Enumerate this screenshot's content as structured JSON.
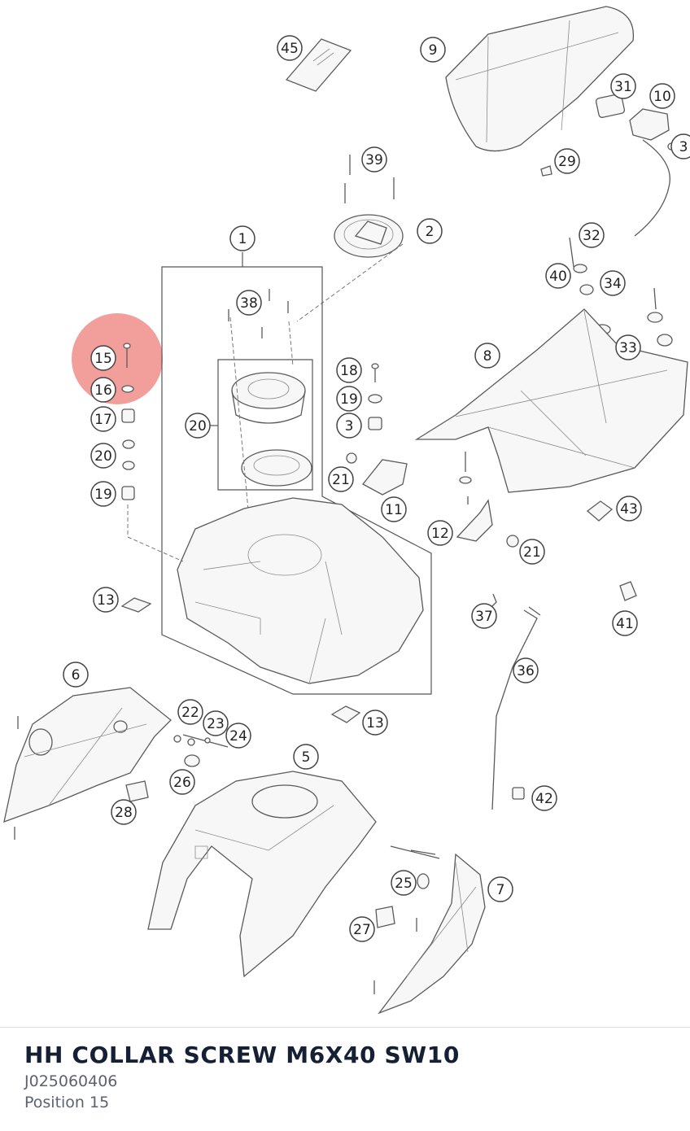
{
  "diagram": {
    "highlight_color": "#e8504a",
    "highlighted_positions": [
      "15",
      "16"
    ],
    "callouts": [
      "45",
      "9",
      "31",
      "10",
      "3",
      "29",
      "39",
      "2",
      "32",
      "1",
      "40",
      "34",
      "38",
      "33",
      "8",
      "15",
      "16",
      "18",
      "17",
      "19",
      "20",
      "3",
      "19",
      "20",
      "21",
      "11",
      "12",
      "43",
      "21",
      "13",
      "37",
      "41",
      "36",
      "6",
      "22",
      "23",
      "24",
      "13",
      "5",
      "26",
      "28",
      "42",
      "25",
      "7",
      "27"
    ]
  },
  "part": {
    "title": "HH COLLAR SCREW M6X40 SW10",
    "number": "J025060406",
    "position": "Position 15"
  }
}
